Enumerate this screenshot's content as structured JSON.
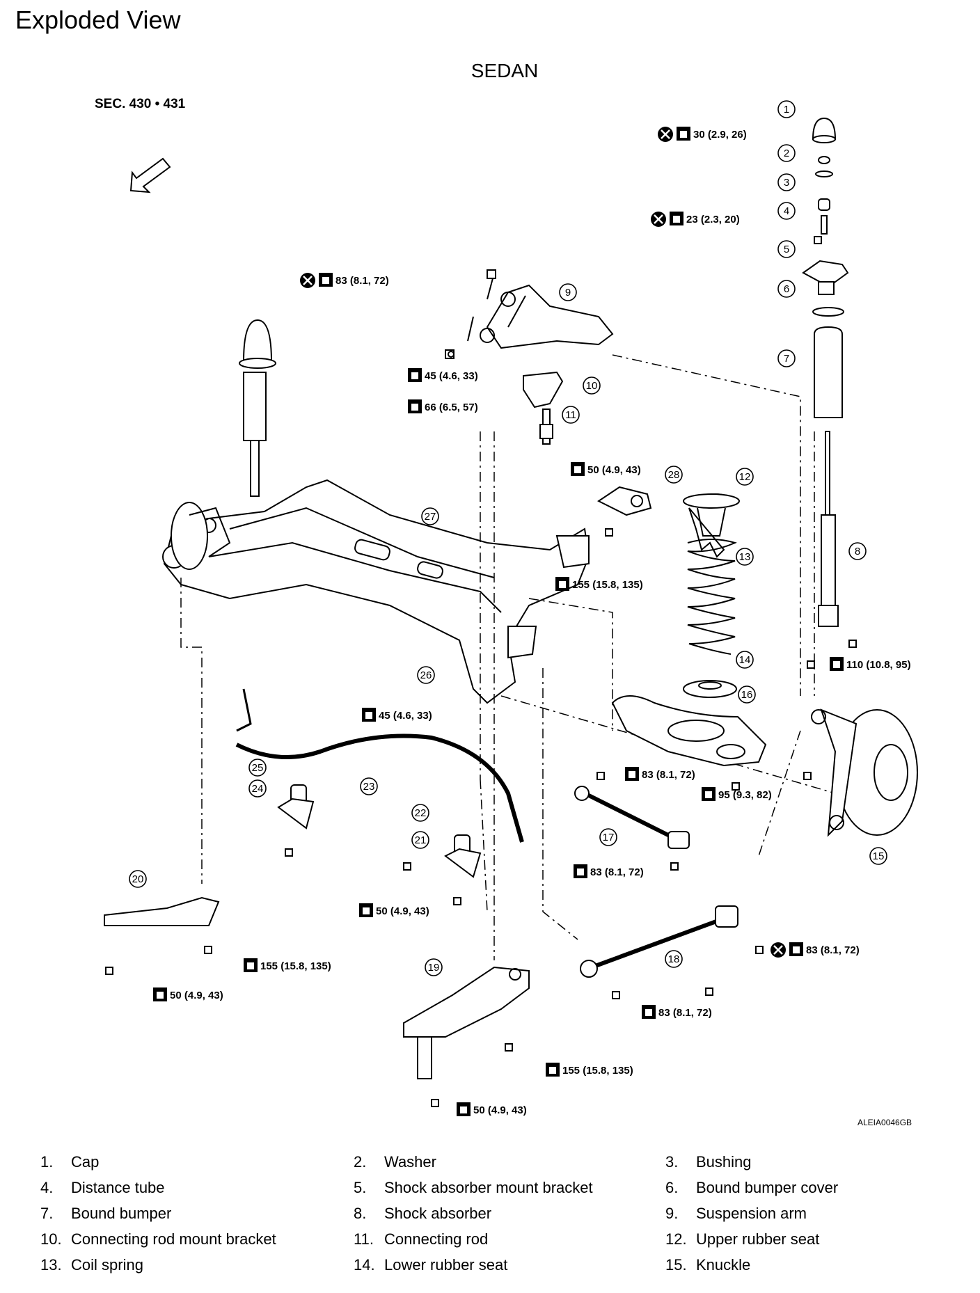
{
  "header": {
    "title": "Exploded View",
    "subtitle": "SEDAN",
    "section": "SEC. 430 • 431",
    "doc_id": "ALEIA0046GB"
  },
  "callouts": [
    "1",
    "2",
    "3",
    "4",
    "5",
    "6",
    "7",
    "8",
    "9",
    "10",
    "11",
    "12",
    "13",
    "14",
    "15",
    "16",
    "17",
    "18",
    "19",
    "20",
    "21",
    "22",
    "23",
    "24",
    "25",
    "26",
    "27",
    "28"
  ],
  "torque_labels": [
    "30 (2.9, 26)",
    "23 (2.3, 20)",
    "83 (8.1, 72)",
    "45 (4.6, 33)",
    "66 (6.5, 57)",
    "50 (4.9, 43)",
    "155 (15.8, 135)",
    "110 (10.8, 95)",
    "45 (4.6, 33)",
    "83 (8.1, 72)",
    "95 (9.3, 82)",
    "83 (8.1, 72)",
    "50 (4.9, 43)",
    "83 (8.1, 72)",
    "155 (15.8, 135)",
    "50 (4.9, 43)",
    "83 (8.1, 72)",
    "155 (15.8, 135)",
    "50 (4.9, 43)"
  ],
  "legend": [
    {
      "num": "1.",
      "label": "Cap"
    },
    {
      "num": "2.",
      "label": "Washer"
    },
    {
      "num": "3.",
      "label": "Bushing"
    },
    {
      "num": "4.",
      "label": "Distance tube"
    },
    {
      "num": "5.",
      "label": "Shock absorber mount bracket"
    },
    {
      "num": "6.",
      "label": "Bound bumper cover"
    },
    {
      "num": "7.",
      "label": "Bound bumper"
    },
    {
      "num": "8.",
      "label": "Shock absorber"
    },
    {
      "num": "9.",
      "label": "Suspension arm"
    },
    {
      "num": "10.",
      "label": "Connecting rod mount bracket"
    },
    {
      "num": "11.",
      "label": "Connecting rod"
    },
    {
      "num": "12.",
      "label": "Upper rubber seat"
    },
    {
      "num": "13.",
      "label": "Coil spring"
    },
    {
      "num": "14.",
      "label": "Lower rubber seat"
    },
    {
      "num": "15.",
      "label": "Knuckle"
    }
  ]
}
